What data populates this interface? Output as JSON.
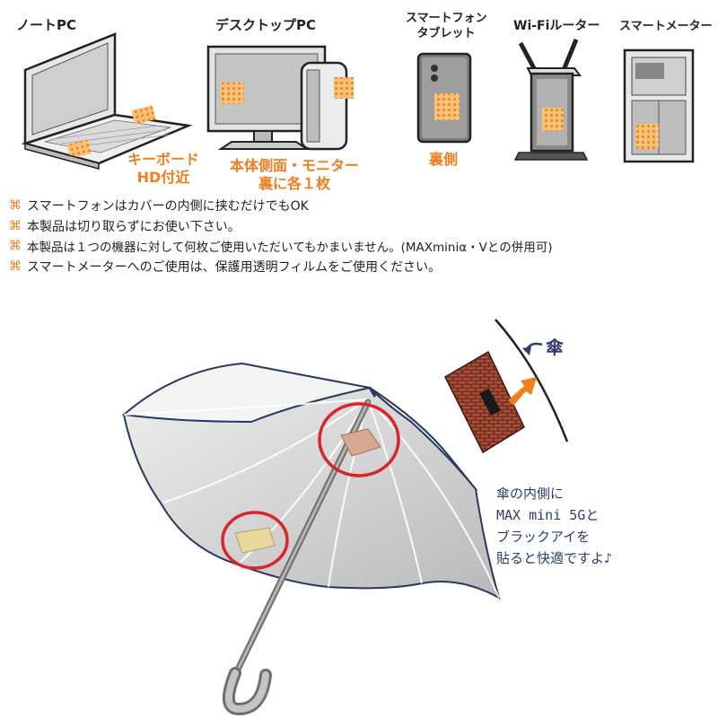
{
  "devices": [
    {
      "key": "laptop",
      "title_lines": [
        "ノートPC"
      ],
      "note_lines": [
        "キーボード",
        "HD付近"
      ]
    },
    {
      "key": "desktop",
      "title_lines": [
        "デスクトップPC"
      ],
      "note_lines": [
        "本体側面・モニター",
        "裏に各１枚"
      ]
    },
    {
      "key": "smartphone",
      "title_lines": [
        "スマートフォン",
        "タブレット"
      ],
      "note_lines": [
        "裏側"
      ]
    },
    {
      "key": "router",
      "title_lines": [
        "Wi-Fiルーター"
      ],
      "note_lines": []
    },
    {
      "key": "meter",
      "title_lines": [
        "スマートメーター"
      ],
      "note_lines": []
    }
  ],
  "notes": [
    "スマートフォンはカバーの内側に挟むだけでもOK",
    "本製品は切り取らずにお使い下さい。",
    "本製品は１つの機器に対して何枚ご使用いただいてもかまいません。(MAXminiα・Vとの併用可)",
    "スマートメーターへのご使用は、保護用透明フィルムをご使用ください。"
  ],
  "note_mark": "⌘",
  "umbrella": {
    "arrow_label": "傘",
    "caption_lines": [
      "傘の内側に",
      "MAX mini 5Gと",
      "ブラックアイを",
      "貼ると快適ですよ♪"
    ]
  },
  "colors": {
    "accent_orange": "#f07d1e",
    "caption_navy": "#2e3d6b",
    "highlight_red": "#d8262b",
    "sticker_orange": "#f5a45a",
    "brown_sheet": "#8b3a2a"
  },
  "icons": {
    "note_bullet": "command-key-icon",
    "arrow": "curved-arrow-icon"
  }
}
